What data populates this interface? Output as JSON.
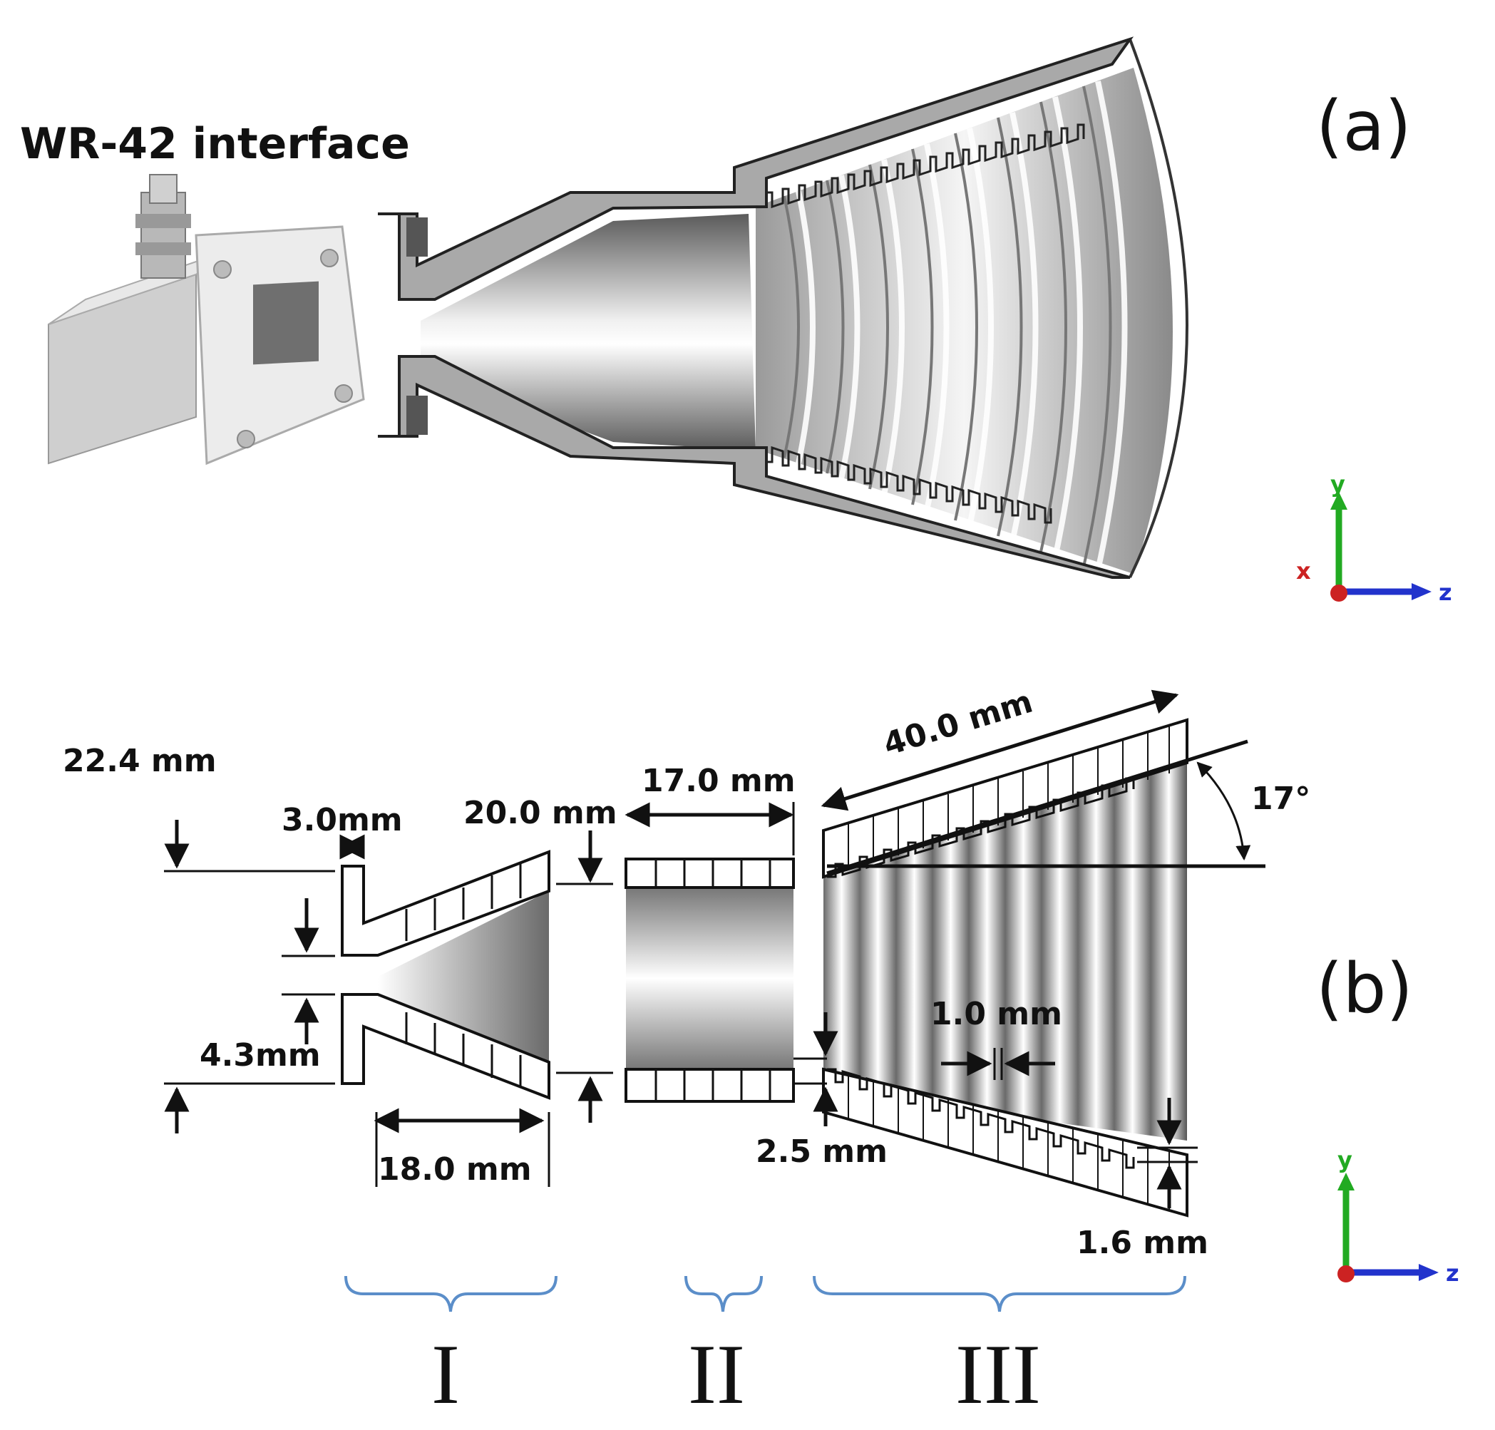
{
  "panel_a": {
    "tag": "(a)",
    "interface_label": "WR-42 interface"
  },
  "panel_b": {
    "tag": "(b)",
    "dims": {
      "d22_4": "22.4 mm",
      "d3_0": "3.0mm",
      "d20_0": "20.0 mm",
      "d17_0": "17.0 mm",
      "d40_0": "40.0 mm",
      "angle": "17°",
      "d1_0": "1.0 mm",
      "d4_3": "4.3mm",
      "d18_0": "18.0 mm",
      "d2_5": "2.5 mm",
      "d1_6": "1.6 mm"
    },
    "sections": [
      "I",
      "II",
      "III"
    ]
  },
  "axes": {
    "y": "y",
    "z": "z",
    "x": "x"
  },
  "colors": {
    "axis_y": "#22aa22",
    "axis_z": "#2233cc",
    "axis_x": "#cc2222",
    "brace": "#5b8ec9"
  }
}
